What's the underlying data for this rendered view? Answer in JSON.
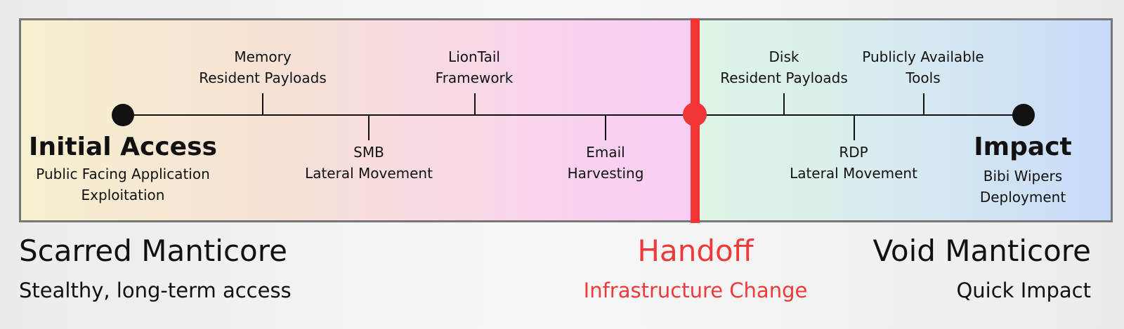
{
  "timeline": {
    "start": {
      "title": "Initial Access",
      "line1": "Public Facing Application",
      "line2": "Exploitation"
    },
    "end": {
      "title": "Impact",
      "line1": "Bibi Wipers",
      "line2": "Deployment"
    },
    "events": [
      {
        "line1": "Memory",
        "line2": "Resident Payloads"
      },
      {
        "line1": "SMB",
        "line2": "Lateral Movement"
      },
      {
        "line1": "LionTail",
        "line2": "Framework"
      },
      {
        "line1": "Email",
        "line2": "Harvesting"
      },
      {
        "line1": "Disk",
        "line2": "Resident Payloads"
      },
      {
        "line1": "RDP",
        "line2": "Lateral Movement"
      },
      {
        "line1": "Publicly Available",
        "line2": "Tools"
      }
    ]
  },
  "groups": {
    "left": {
      "title": "Scarred Manticore",
      "subtitle": "Stealthy, long-term access"
    },
    "handoff": {
      "title": "Handoff",
      "subtitle": "Infrastructure Change"
    },
    "right": {
      "title": "Void Manticore",
      "subtitle": "Quick Impact"
    }
  },
  "colors": {
    "handoff": "#f03636",
    "axis": "#111111"
  }
}
